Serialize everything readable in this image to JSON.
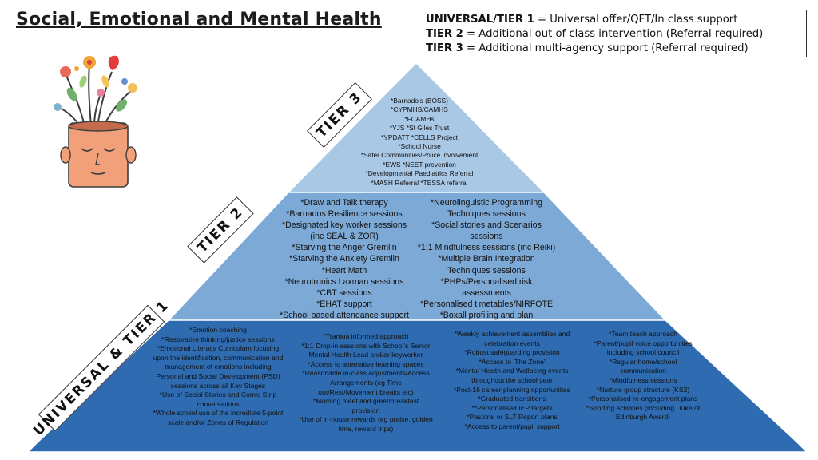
{
  "title": "Social, Emotional and Mental Health",
  "legend": [
    {
      "key": "UNIVERSAL/TIER 1",
      "text": " = Universal offer/QFT/In class support"
    },
    {
      "key": "TIER 2",
      "text": " = Additional out of class intervention (Referral required)"
    },
    {
      "key": "TIER 3",
      "text": " = Additional multi-agency support (Referral required)"
    }
  ],
  "tier_labels": {
    "tier3": "TIER 3",
    "tier2": "TIER 2",
    "tier1": "UNIVERSAL & TIER 1"
  },
  "colors": {
    "tier3": "#a9c8e6",
    "tier2": "#7da9d6",
    "tier1": "#2e6bb0",
    "outline": "#ffffff"
  },
  "tier3": [
    "*Barnado's (BOSS)",
    "*CYPMHS/CAMHS",
    "*FCAMHs",
    "*YJS   *St Giles Trust",
    "*YPDATT   *CELLS Project",
    "*School Nurse",
    "*Safer Communities/Police involvement",
    "*EWS   *NEET prevention",
    "*Developmental Paediatrics Referral",
    "*MASH Referral   *TESSA referral"
  ],
  "tier2_left": [
    "*Draw and Talk therapy",
    "*Barnados Resilience sessions",
    "*Designated key worker sessions",
    "(inc SEAL & ZOR)",
    "*Starving the Anger Gremlin",
    "*Starving the Anxiety Gremlin",
    "*Heart Math",
    "*Neurotronics Laxman sessions",
    "*CBT sessions",
    "*EHAT support",
    "*School based attendance support"
  ],
  "tier2_right": [
    "*Neurolinguistic Programming",
    "Techniques sessions",
    "*Social stories and Scenarios",
    "sessions",
    "*1:1 Mindfulness sessions (inc Reiki)",
    "*Multiple Brain Integration",
    "Techniques sessions",
    "*PHPs/Personalised risk",
    "assessments",
    "*Personalised timetables/NIRFOTE",
    "*Boxall profiling and plan"
  ],
  "tier1_col1": [
    "*Emotion coaching",
    "*Restorative thinking/justice sessions",
    "*Emotional Literacy Curriculum focusing",
    "upon the identification, communication and",
    "management of emotions including",
    "Personal and Social Development (PSD)",
    "sessions across all Key Stages",
    "*Use of Social Stories and Comic Strip",
    "conversations",
    "*Whole school use of the incredible 5-point",
    "scale and/or Zones of Regulation"
  ],
  "tier1_col2": [
    "*Tramua informed approach",
    "*1:1 Drop-in sessions with School's Senior",
    "Mental Health Lead and/or keyworker",
    "*Access to alternative learning spaces",
    "*Reasonable in-class adjustments/Access",
    "Arrangements (eg Time",
    "out/Rest/Movement breaks etc)",
    "*Morning meet and greet/breakfast",
    "provision",
    "*Use of in-house rewards (eg praise, golden",
    "time, reward trips)"
  ],
  "tier1_col3": [
    "*Weekly achievement assemblies and",
    "celebration events",
    "*Robust safeguarding provision",
    "*Access to 'The Zone'",
    "*Mental Health and Wellbeing events",
    "throughout the school year",
    "*Post-16 career planning opportunities",
    "*Graduated transitions",
    "**Personalised IEP targets",
    "*Pastoral or SLT Report plans",
    "*Access to parent/pupil support"
  ],
  "tier1_col4": [
    "*Team teach approach",
    "*Parent/pupil voice opportunities",
    "including school council",
    "*Regular home/school",
    "communication",
    "*Mindfulness sessions",
    "*Nurture group structure (KS2)",
    "*Personalised re-engagement plans",
    "*Sporting activities (Including Duke of",
    "Edinburgh Award)"
  ]
}
